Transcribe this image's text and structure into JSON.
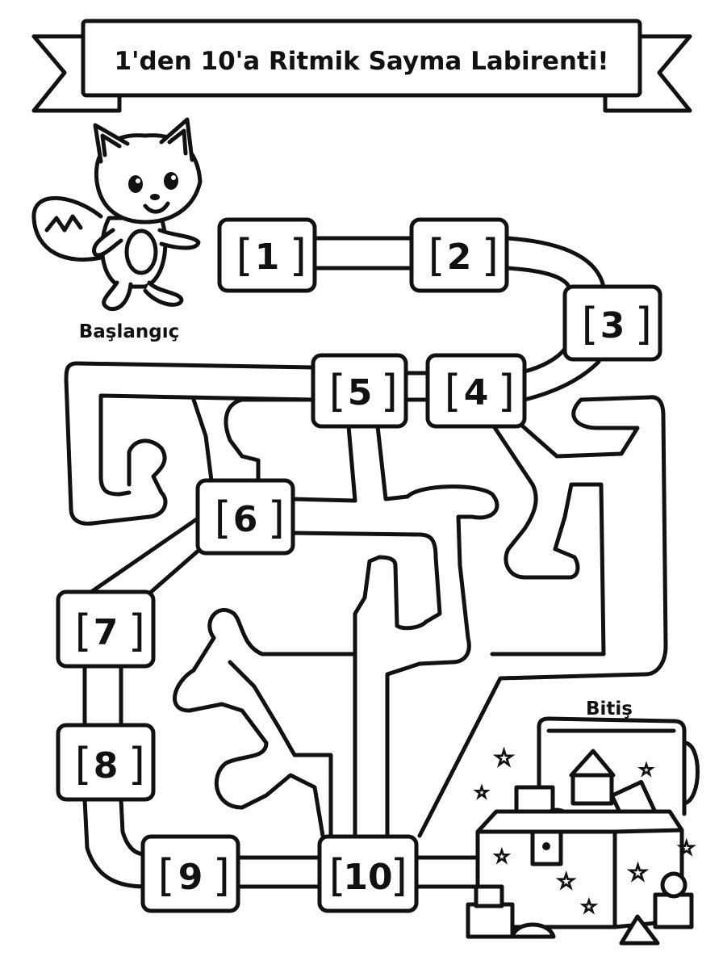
{
  "title": "1'den 10'a Ritmik Sayma Labirenti!",
  "start_label": "Başlangıç",
  "end_label": "Bitiş",
  "boxes": [
    {
      "number": "1"
    },
    {
      "number": "2"
    },
    {
      "number": "3"
    },
    {
      "number": "4"
    },
    {
      "number": "5"
    },
    {
      "number": "6"
    },
    {
      "number": "7"
    },
    {
      "number": "8"
    },
    {
      "number": "9"
    },
    {
      "number": "10"
    }
  ],
  "icons": {
    "mascot": "fox-icon",
    "goal": "treasure-chest-icon",
    "decor": "star-icon"
  }
}
